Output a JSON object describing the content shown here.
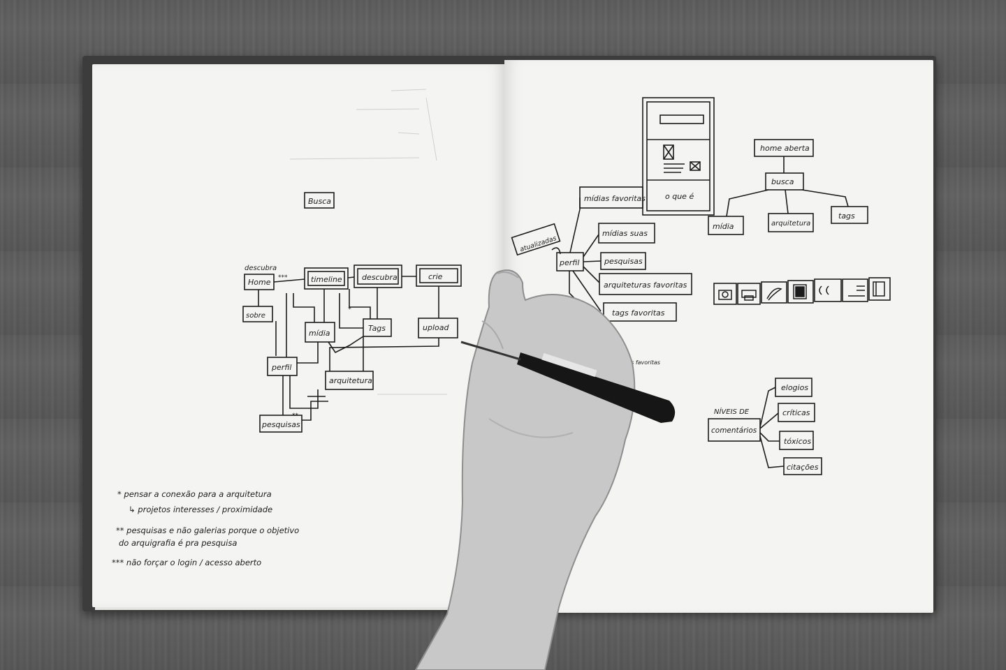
{
  "left_page": {
    "nodes": {
      "busca": "Busca",
      "descubra_label": "descubra",
      "home": "Home",
      "stars3": "***",
      "timeline": "timeline",
      "descubra": "descubra",
      "crie": "crie",
      "sobre": "sobre",
      "midia": "mídia",
      "tags": "Tags",
      "star1": "*",
      "upload": "upload",
      "perfil": "perfil",
      "arquitetura": "arquitetura",
      "pesquisas": "pesquisas",
      "stars2": "**"
    },
    "notes": [
      "* pensar a conexão para a arquitetura",
      "↳ projetos interesses / proximidade",
      "** pesquisas e não galerias porque o objetivo",
      "do arquigrafia é pra pesquisa",
      "*** não forçar o login / acesso aberto"
    ]
  },
  "right_page": {
    "nodes": {
      "midias_favoritas": "mídias favoritas",
      "o_que_e": "o que é",
      "home_aberta": "home aberta",
      "busca": "busca",
      "midia": "mídia",
      "arquitetura": "arquitetura",
      "tags": "tags",
      "atualizadas": "atualizadas",
      "perfil": "perfil",
      "midias_suas": "mídias suas",
      "pesquisas": "pesquisas",
      "arquiteturas_favoritas": "arquiteturas favoritas",
      "tags_favoritas": "tags favoritas",
      "niveis_de": "NÍVEIS DE",
      "comentarios": "comentários",
      "elogios": "elogios",
      "criticas": "críticas",
      "toxicos": "tóxicos",
      "citacoes": "citações",
      "tags_favoritas_note": "tags favoritas"
    },
    "icons": [
      "camera-icon",
      "printer-icon",
      "pen-icon",
      "document-icon",
      "quote-icon",
      "text-icon",
      "notebook-icon"
    ]
  },
  "colors": {
    "table": "#5b5b5b",
    "paper": "#f4f4f2",
    "ink": "#1c1c1c",
    "skin": "#c9c9c9",
    "pen": "#161616"
  }
}
